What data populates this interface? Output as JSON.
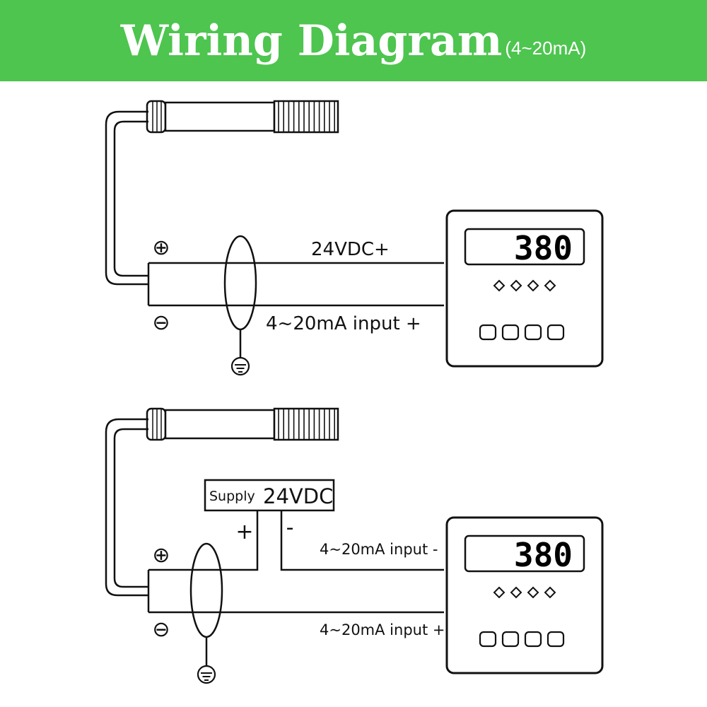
{
  "header": {
    "title": "Wiring Diagram",
    "subtitle": "(4~20mA)",
    "background_color": "#4dc54f"
  },
  "diagram_1": {
    "plus_symbol": "⊕",
    "minus_symbol": "⊖",
    "wire_top_label": "24VDC+",
    "wire_bottom_label": "4~20mA input +",
    "display_value": "380",
    "indicator_count": 4,
    "button_count": 4
  },
  "diagram_2": {
    "plus_symbol": "⊕",
    "minus_symbol": "⊖",
    "supply_word": "Supply",
    "supply_voltage": "24VDC",
    "supply_plus": "+",
    "supply_minus": "-",
    "wire_top_label": "4~20mA  input -",
    "wire_bottom_label": "4~20mA  input +",
    "display_value": "380",
    "indicator_count": 4,
    "button_count": 4
  }
}
